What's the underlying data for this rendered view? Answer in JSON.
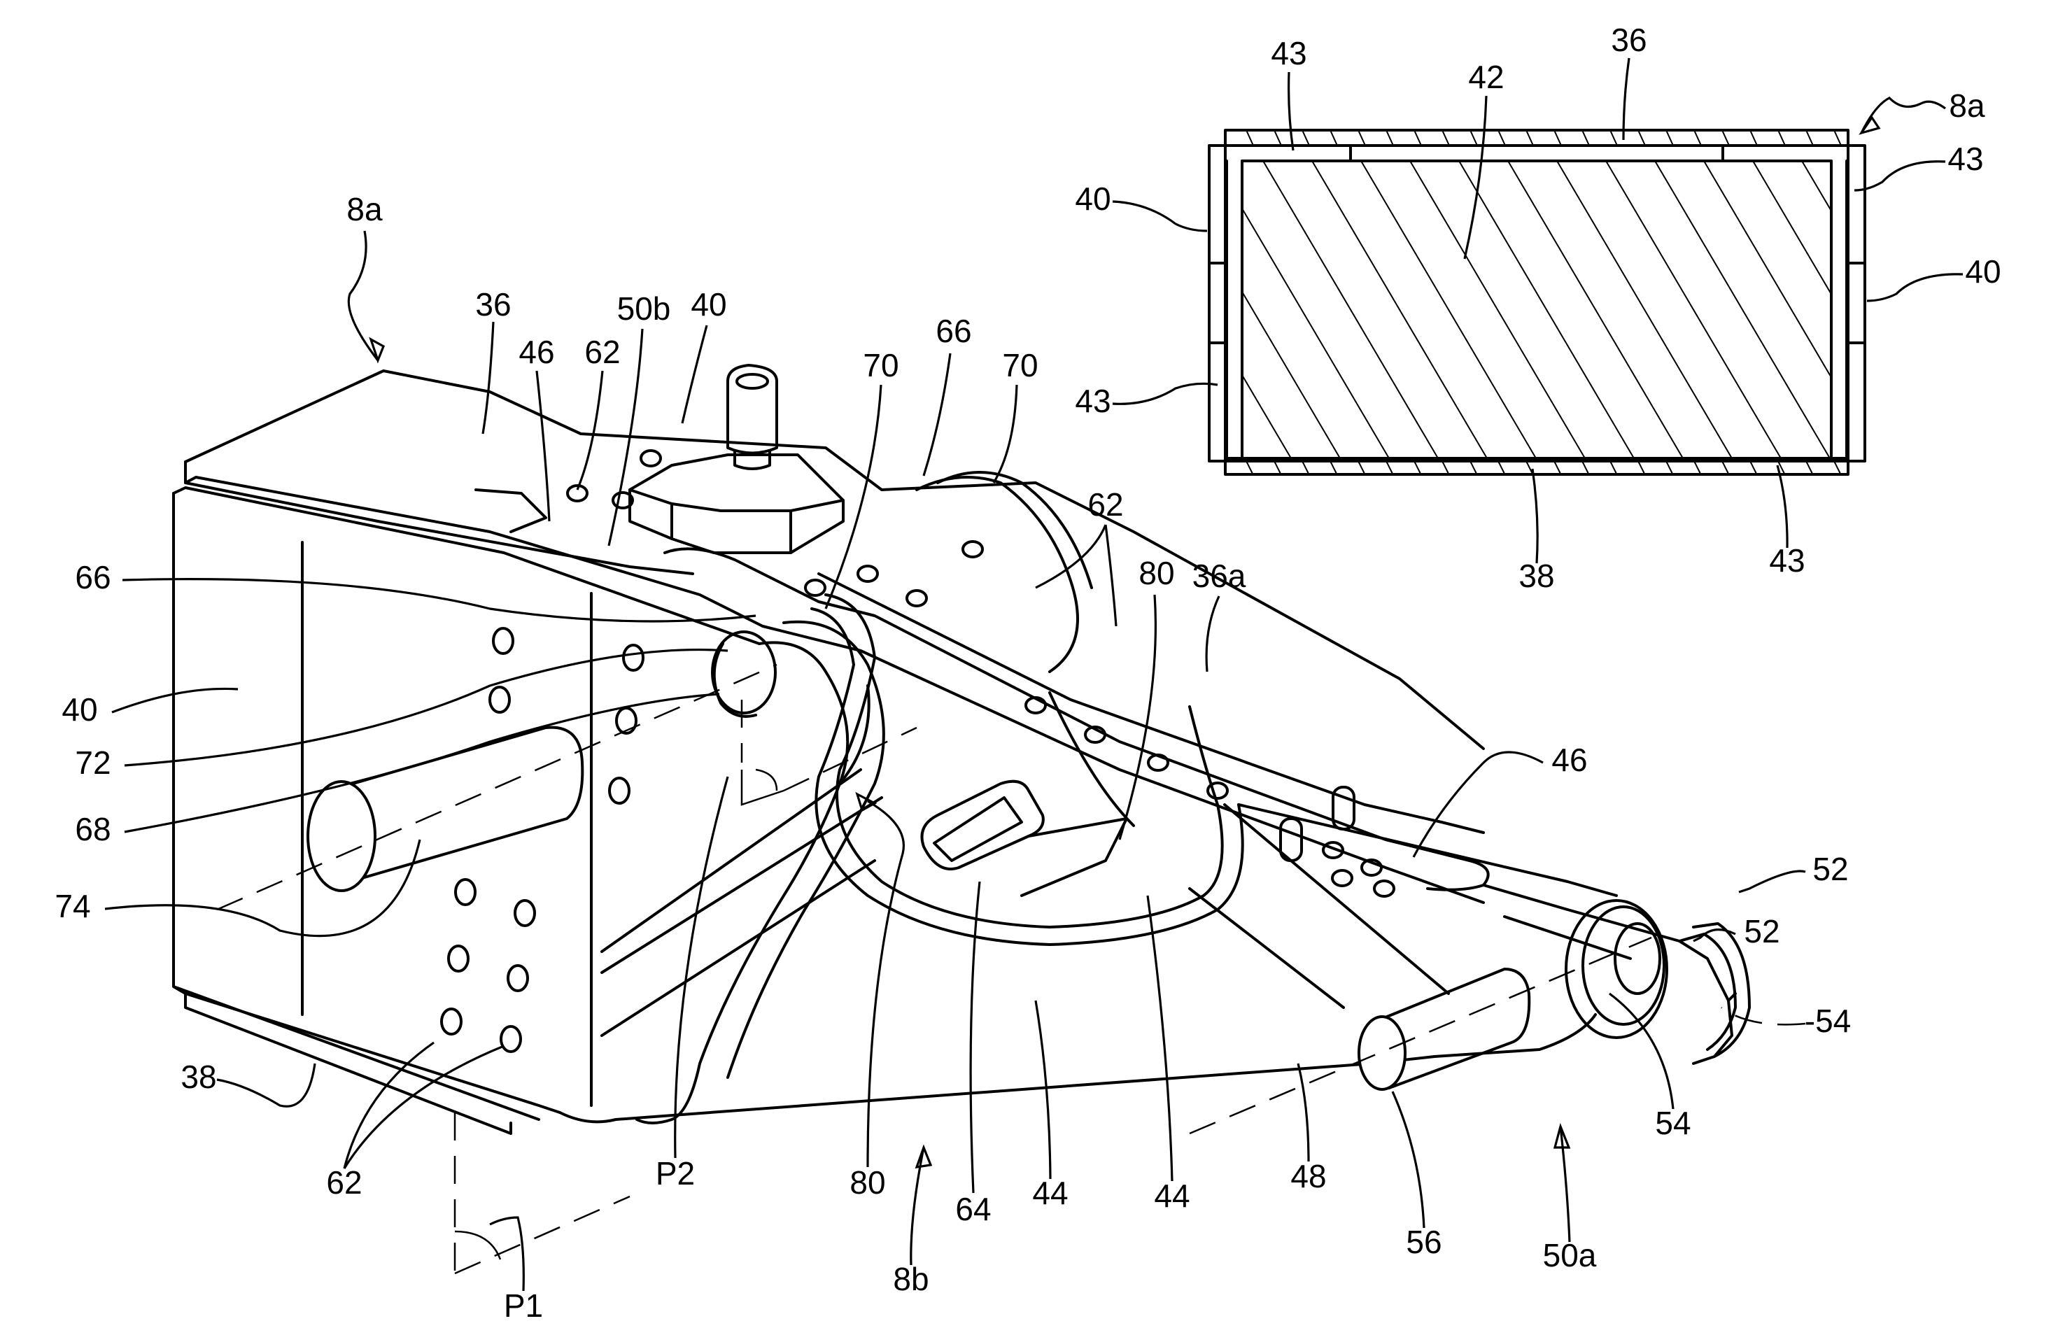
{
  "figure": {
    "type": "patent perspective drawing with cross-section inset",
    "colors": {
      "line": "#000000",
      "background": "#ffffff"
    }
  },
  "perspective_view": {
    "labels": [
      {
        "id": "8a-top",
        "text": "8a"
      },
      {
        "id": "36-top",
        "text": "36"
      },
      {
        "id": "46-top",
        "text": "46"
      },
      {
        "id": "62-top",
        "text": "62"
      },
      {
        "id": "50b",
        "text": "50b"
      },
      {
        "id": "40-top",
        "text": "40"
      },
      {
        "id": "70-a",
        "text": "70"
      },
      {
        "id": "66-top",
        "text": "66"
      },
      {
        "id": "70-b",
        "text": "70"
      },
      {
        "id": "62-mid",
        "text": "62"
      },
      {
        "id": "80-mid",
        "text": "80"
      },
      {
        "id": "36a",
        "text": "36a"
      },
      {
        "id": "66-left",
        "text": "66"
      },
      {
        "id": "40-left",
        "text": "40"
      },
      {
        "id": "72",
        "text": "72"
      },
      {
        "id": "68",
        "text": "68"
      },
      {
        "id": "74",
        "text": "74"
      },
      {
        "id": "46-right",
        "text": "46"
      },
      {
        "id": "52-a",
        "text": "52"
      },
      {
        "id": "52-b",
        "text": "52"
      },
      {
        "id": "54-dash",
        "text": "-54"
      },
      {
        "id": "54",
        "text": "54"
      },
      {
        "id": "38-left",
        "text": "38"
      },
      {
        "id": "62-bottom",
        "text": "62"
      },
      {
        "id": "P2",
        "text": "P2"
      },
      {
        "id": "P1",
        "text": "P1"
      },
      {
        "id": "80-bottom",
        "text": "80"
      },
      {
        "id": "8b",
        "text": "8b"
      },
      {
        "id": "64",
        "text": "64"
      },
      {
        "id": "44-a",
        "text": "44"
      },
      {
        "id": "44-b",
        "text": "44"
      },
      {
        "id": "48",
        "text": "48"
      },
      {
        "id": "56",
        "text": "56"
      },
      {
        "id": "50a",
        "text": "50a"
      }
    ]
  },
  "section_view": {
    "labels": [
      {
        "id": "43-tl",
        "text": "43"
      },
      {
        "id": "36",
        "text": "36"
      },
      {
        "id": "42",
        "text": "42"
      },
      {
        "id": "8a",
        "text": "8a"
      },
      {
        "id": "40-l",
        "text": "40"
      },
      {
        "id": "43-tr",
        "text": "43"
      },
      {
        "id": "40-r",
        "text": "40"
      },
      {
        "id": "43-bl",
        "text": "43"
      },
      {
        "id": "38",
        "text": "38"
      },
      {
        "id": "43-br",
        "text": "43"
      }
    ]
  }
}
